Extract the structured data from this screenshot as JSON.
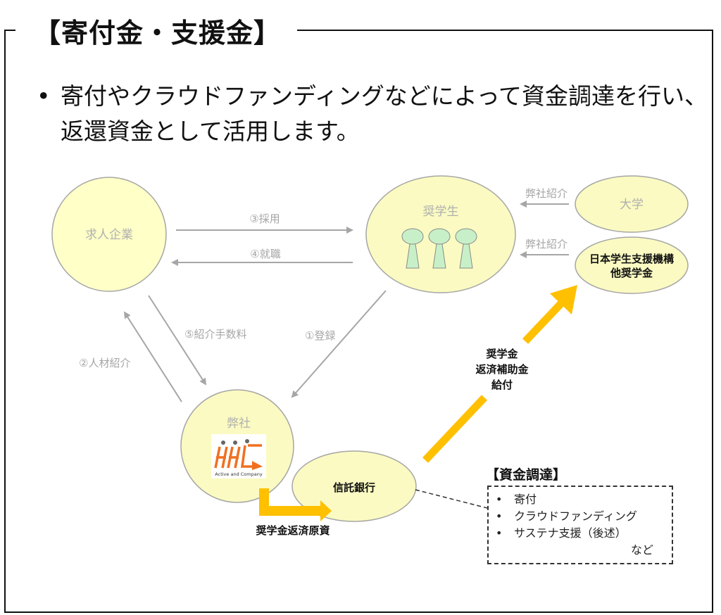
{
  "slide": {
    "title": "【寄付金・支援金】",
    "bullet_symbol": "•",
    "body_lines": [
      "寄付やクラウドファンディングなどによって資金調達を行い、",
      "返還資金として活用します。"
    ]
  },
  "diagram": {
    "nodes": {
      "employer": "求人企業",
      "scholar": "奨学生",
      "university": "大学",
      "jasso_line1": "日本学生支援機構",
      "jasso_line2": "他奨学金",
      "company": "弊社",
      "trust_bank": "信託銀行"
    },
    "logo": {
      "caption": "Active and Company"
    },
    "arrows": {
      "hire": "③採用",
      "employment": "④就職",
      "referral_fee": "⑤紹介手数料",
      "register": "①登録",
      "talent_referral": "②人材紹介",
      "intro_from_univ": "弊社紹介",
      "intro_from_jasso": "弊社紹介",
      "repayment_source": "奨学金返済原資",
      "subsidy_line1": "奨学金",
      "subsidy_line2": "返済補助金",
      "subsidy_line3": "給付"
    },
    "colors": {
      "node_fill": "#ffffc8",
      "node_fill_alt": "#fafac2",
      "node_stroke": "#a6a6a6",
      "person_fill": "#c8f0c8",
      "arrow_gray": "#a6a6a6",
      "arrow_gold": "#ffc000",
      "logo_orange": "#f07020"
    }
  },
  "funding": {
    "title": "【資金調達】",
    "items": [
      "寄付",
      "クラウドファンディング",
      "サステナ支援（後述）"
    ],
    "bullet": "•",
    "etc": "など"
  }
}
